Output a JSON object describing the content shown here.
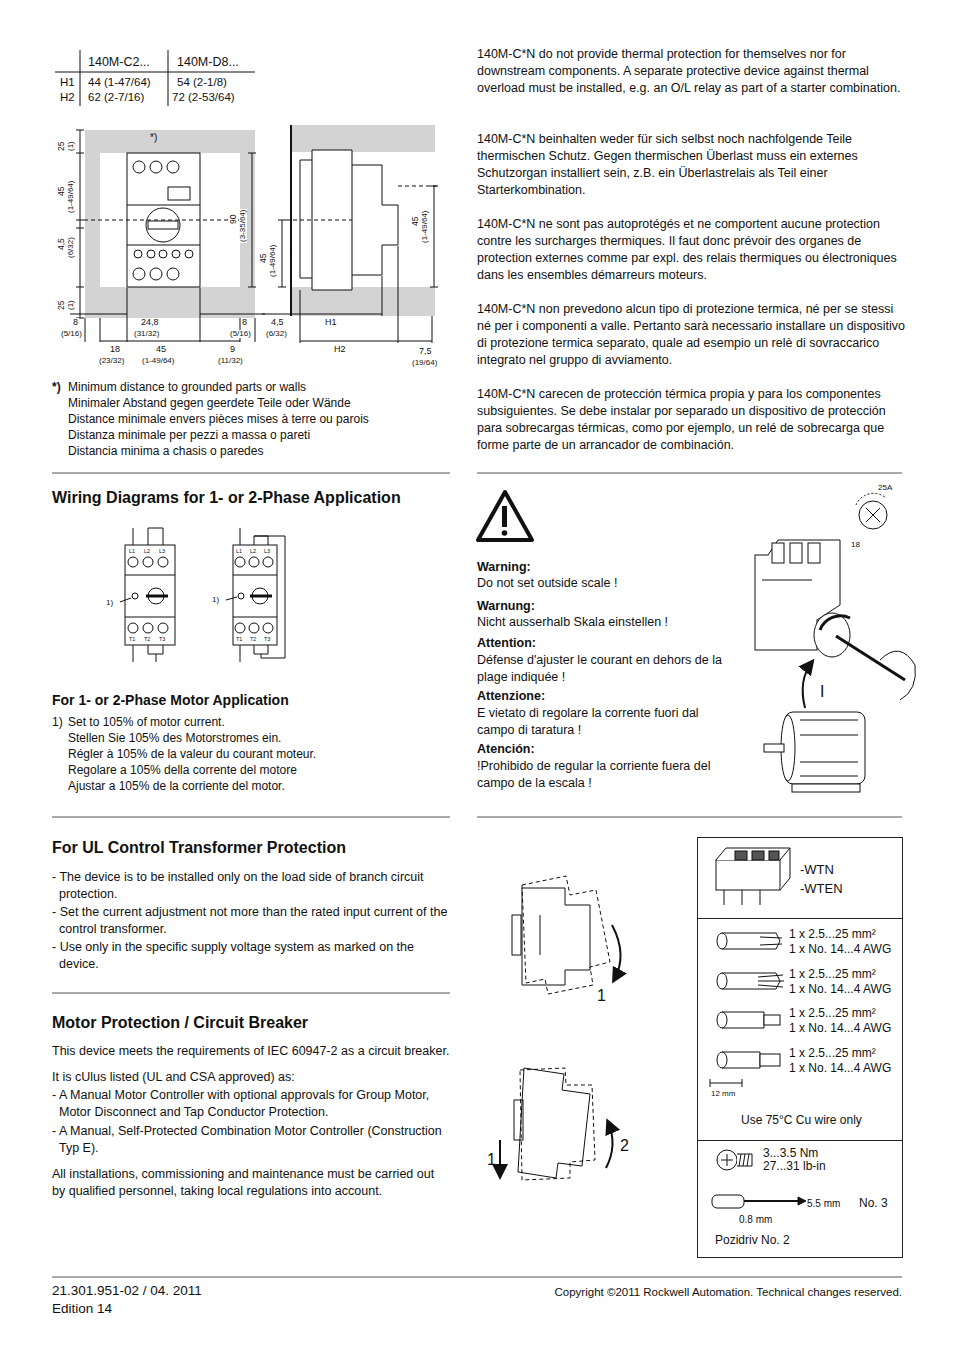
{
  "diagram": {
    "nodes": [
      {
        "text": [
          "-WTN",
          "-WTEN"
        ]
      },
      {
        "text": [
          "1 x 2.5...25 mm²",
          "1 x No. 14...4 AWG",
          "1 x 2.5...25 mm²",
          "1 x No. 14...4 AWG",
          "1 x 2.5...25 mm²",
          "1 x No. 14...4 AWG",
          "1 x 2.5...25 mm²",
          "1 x No. 14...4 AWG",
          "12 mm",
          "Use 75°C Cu wire only"
        ]
      },
      {
        "text": [
          "3...3.5 Nm",
          "27...31 lb-in",
          "5.5 mm",
          "0.8 mm",
          "No. 3",
          "Pozidriv No. 2"
        ]
      }
    ],
    "labels": [
      "140M-C2...",
      "140M-D8...",
      "H1",
      "44 (1-47/64)",
      "54 (2-1/8)",
      "H2",
      "62 (2-7/16)",
      "72 (2-53/64)",
      "*)",
      "25",
      "(1)",
      "45",
      "(1-49/64)",
      "4,5",
      "(6/32)",
      "25",
      "(1)",
      "90",
      "(3-35/64)",
      "45",
      "(1-49/64)",
      "45",
      "(1-49/64)",
      "8",
      "(5/16)",
      "24,8",
      "(31/32)",
      "8",
      "(5/16)",
      "4,5",
      "(6/32)",
      "H1",
      "18",
      "(23/32)",
      "45",
      "(1-49/64)",
      "9",
      "(11/32)",
      "H2",
      "7,5",
      "(19/64)",
      "*)",
      "Minimum distance to grounded parts or walls",
      "Minimaler Abstand gegen geerdete Teile oder Wände",
      "Distance minimale envers pièces mises à terre ou parois",
      "Distanza minimale per pezzi a massa o pareti",
      "Distancia minima a chasis o paredes",
      "Wiring Diagrams for 1- or 2-Phase Application",
      "L1",
      "L2",
      "L3",
      "1)",
      "T1",
      "T2",
      "T3",
      "L1",
      "L2",
      "L3",
      "1)",
      "T1",
      "T2",
      "T3",
      "For 1- or 2-Phase Motor Application",
      "1)",
      "Set to 105% of motor current.",
      "Stellen Sie 105% des Motorstromes ein.",
      "Régler à 105% de la valeur du courant moteur.",
      "Regolare a 105% della corrente del motore",
      "Ajustar a 105% de la corriente del motor.",
      "For UL Control Transformer Protection",
      "- The device is to be installed only on the load side of branch circuit protection.",
      "- Set the current adjustment not more than the rated input current of the control transformer.",
      "- Use only in the specific supply voltage system as marked on the device.",
      "Motor Protection / Circuit Breaker",
      "This device meets the requirements of IEC 60947-2 as a circuit breaker.",
      "It is cUlus listed (UL and CSA approved) as:",
      "- A Manual Motor Controller with optional approvals for Group Motor, Motor Disconnect and Tap Conductor Protection.",
      "- A Manual, Self-Protected Combination Motor Controller (Construction Typ E).",
      "All installations, commissioning and maintenance must be carried out by qualified personnel, taking local regulations into account.",
      "140M-C*N do not provide thermal protection for themselves nor for downstream components. A separate protective device against thermal overload must be installed, e.g. an O/L relay as part of a starter combination.",
      "140M-C*N beinhalten weder für sich selbst noch nachfolgende Teile thermischen Schutz. Gegen thermischen Überlast muss ein externes Schutzorgan installiert sein, z.B. ein Überlastrelais als Teil einer Starterkombination.",
      "140M-C*N ne sont pas autoprotégés et ne comportent aucune protection contre les surcharges thermiques. Il faut donc prévoir des organes de protection externes comme par expl. des relais thermiques ou électroniques dans les ensembles démarreurs moteurs.",
      "140M-C*N non prevedono alcun tipo di protezione termica, né per se stessi né per i componenti a valle. Pertanto sarà necessario installare un dispositivo di protezione termica separato, quale ad esempio un relè di sovraccarico integrato nel gruppo di avviamento.",
      "140M-C*N carecen de protección térmica propia y para los componentes subsiguientes. Se debe instalar por separado un dispositivo de protección para sobrecargas térmicas, como por ejemplo, un relé de sobrecarga que forme parte de un arrancador de combinación.",
      "Warning:",
      "Do not set outside scale !",
      "Warnung:",
      "Nicht ausserhalb Skala einstellen !",
      "Attention:",
      "Défense d'ajuster le courant en dehors de la plage indiquée !",
      "Attenzione:",
      "E vietato di regolare la corrente fuori dal campo di taratura !",
      "Atención:",
      "!Prohibido de regular la corriente fuera del campo de la escala !",
      "25A",
      "18",
      "I",
      "1",
      "1",
      "2",
      "21.301.951-02 / 04. 2011",
      "Edition 14",
      "Copyright ©2011 Rockwell Automation. Technical changes reserved."
    ]
  }
}
